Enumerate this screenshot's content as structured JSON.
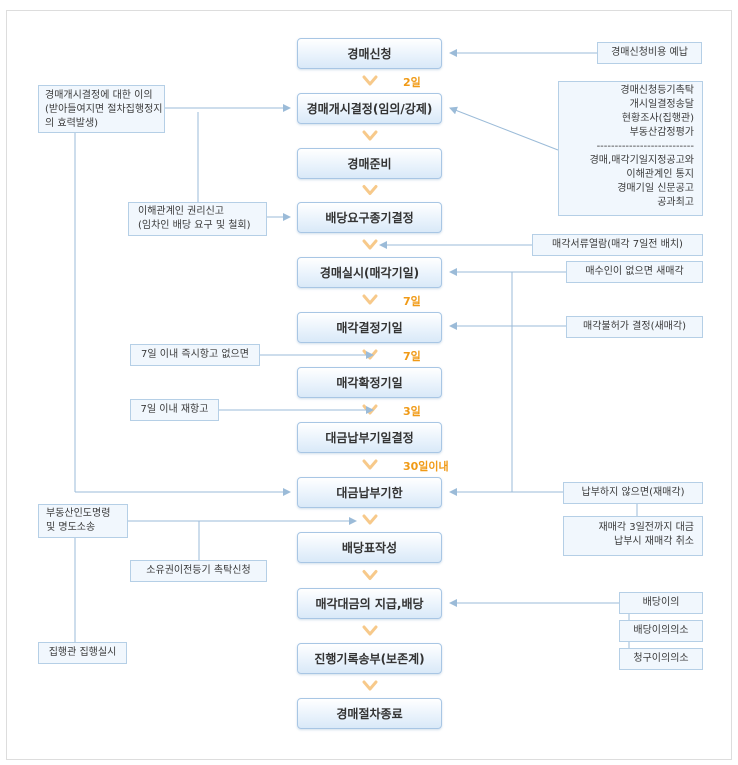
{
  "steps": [
    "경매신청",
    "경매개시결정(임의/강제)",
    "경매준비",
    "배당요구종기결정",
    "경매실시(매각기일)",
    "매각결정기일",
    "매각확정기일",
    "대금납부기일결정",
    "대금납부기한",
    "배당표작성",
    "매각대금의 지급,배당",
    "진행기록송부(보존계)",
    "경매절차종료"
  ],
  "intervals": {
    "d1": "2일",
    "d5": "7일",
    "d6": "7일",
    "d7": "3일",
    "d8": "30일이내"
  },
  "right_notes": {
    "deposit": "경매신청비용 예납",
    "prep": [
      "경매신청등기촉탁",
      "개시일결정송달",
      "현황조사(집행관)",
      "부동산감정평가",
      "---------------------------",
      "경매,매각기일지정공고와",
      "이해관계인 통지",
      "경매기일 신문공고",
      "공과최고"
    ],
    "browse": "매각서류열람(매각 7일전 배치)",
    "no_buyer": "매수인이 없으면 새매각",
    "disallow": "매각불허가 결정(새매각)",
    "unpaid": "납부하지 않으면(재매각)",
    "cancel": [
      "재매각 3일전까지 대금",
      "납부시 재매각 취소"
    ],
    "objection1": "배당이의",
    "objection2": "배당이의의소",
    "objection3": "청구이의의소"
  },
  "left_notes": {
    "objection": [
      "경매개시결정에 대한 이의",
      "(받아들여지면 절차집행정지",
      "의 효력발생)"
    ],
    "rights": [
      "이해관계인 권리신고",
      "(임차인 배당 요구 및 철회)"
    ],
    "appeal1": "7일 이내 즉시항고 없으면",
    "appeal2": "7일 이내 재항고",
    "delivery": [
      "부동산인도명령",
      "및 명도소송"
    ],
    "ownership": "소유권이전등기 촉탁신청",
    "execution": "집행관 집행실시"
  },
  "colors": {
    "arrow": "#f7c98a",
    "interval_text": "#f09a16",
    "line": "#9bbbd8",
    "box_fill": "#f1f7fd",
    "box_border": "#b5cfe6"
  }
}
